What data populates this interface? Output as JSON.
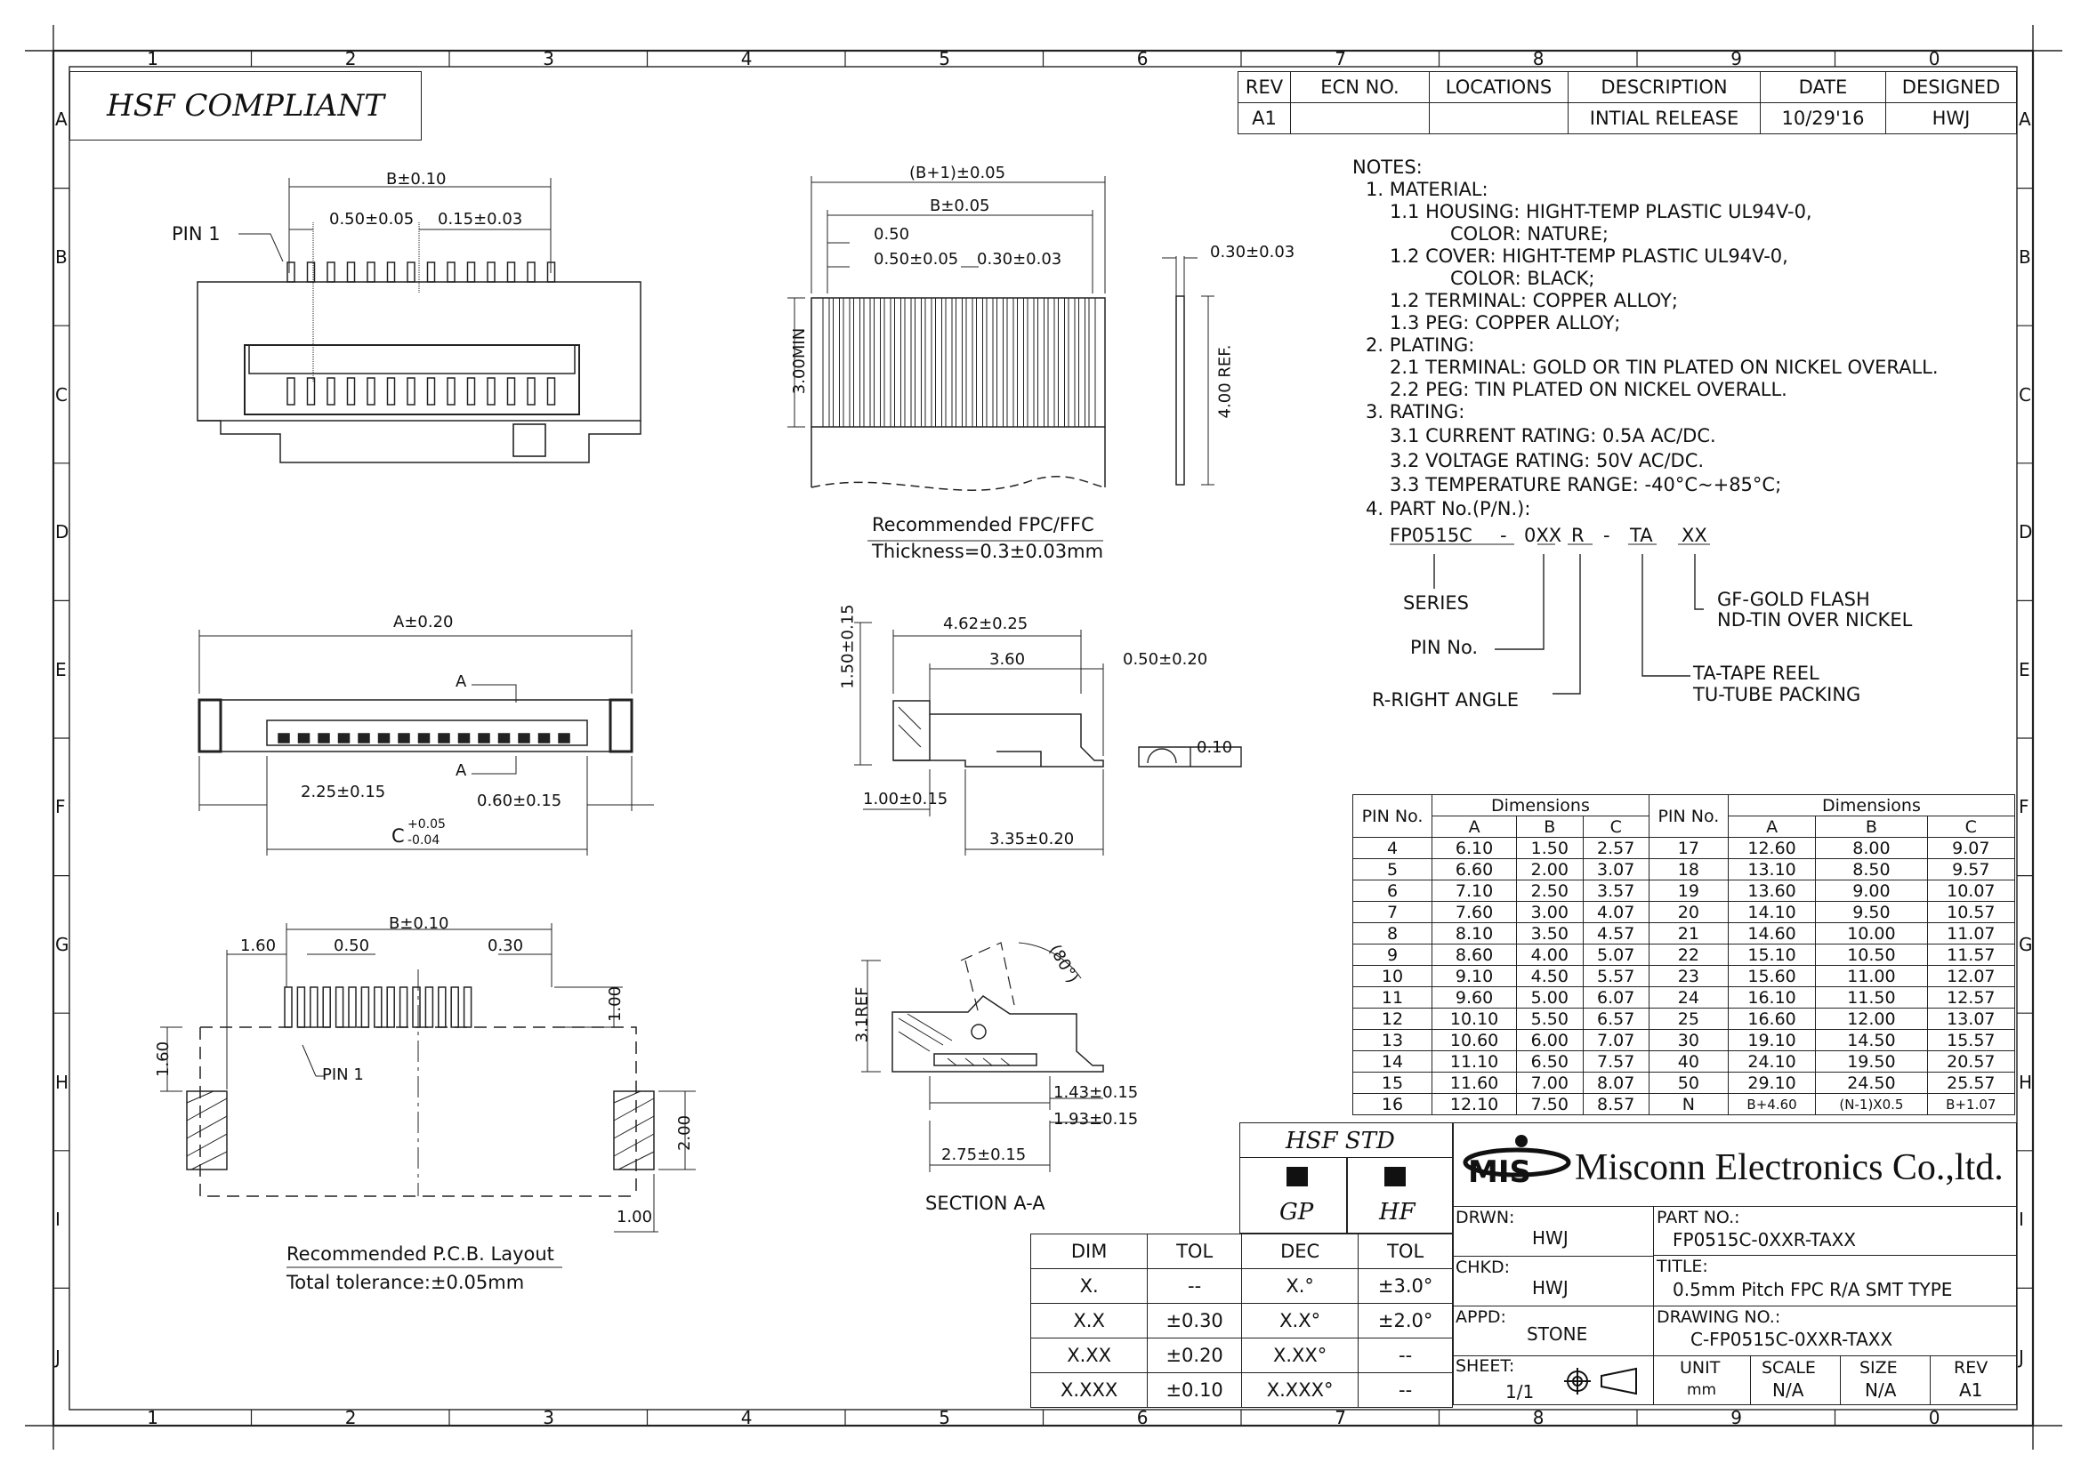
{
  "grid": {
    "cols": [
      "1",
      "2",
      "3",
      "4",
      "5",
      "6",
      "7",
      "8",
      "9",
      "0"
    ],
    "rows": [
      "A",
      "B",
      "C",
      "D",
      "E",
      "F",
      "G",
      "H",
      "I",
      "J"
    ]
  },
  "banner": "HSF  COMPLIANT",
  "revision_table": {
    "headers": [
      "REV",
      "ECN NO.",
      "LOCATIONS",
      "DESCRIPTION",
      "DATE",
      "DESIGNED"
    ],
    "row": [
      "A1",
      "",
      "",
      "INTIAL RELEASE",
      "10/29'16",
      "HWJ"
    ]
  },
  "notes": [
    "NOTES:",
    "1. MATERIAL:",
    "1.1 HOUSING: HIGHT-TEMP PLASTIC UL94V-0,",
    "COLOR: NATURE;",
    "1.2 COVER: HIGHT-TEMP PLASTIC UL94V-0,",
    "COLOR: BLACK;",
    "1.2 TERMINAL: COPPER ALLOY;",
    "1.3 PEG: COPPER ALLOY;",
    "2. PLATING:",
    "2.1 TERMINAL: GOLD OR TIN PLATED ON NICKEL OVERALL.",
    "2.2 PEG: TIN PLATED ON NICKEL OVERALL.",
    "3. RATING:",
    "3.1 CURRENT RATING: 0.5A AC/DC.",
    "3.2 VOLTAGE RATING: 50V AC/DC.",
    "3.3 TEMPERATURE RANGE: -40°C~+85°C;",
    "4. PART No.(P/N.):"
  ],
  "part_code": {
    "parts": [
      "FP0515C",
      "-",
      "0XX",
      "R",
      "-",
      "TA",
      "XX"
    ],
    "series": "SERIES",
    "pin_no": "PIN No.",
    "right_angle": "R-RIGHT ANGLE",
    "packing": [
      "TA-TAPE REEL",
      "TU-TUBE PACKING"
    ],
    "plating": [
      "GF-GOLD FLASH",
      "ND-TIN OVER NICKEL"
    ]
  },
  "views": {
    "top": {
      "b": "B±0.10",
      "pitch": "0.50±0.05",
      "pin_w": "0.15±0.03",
      "pin1": "PIN 1"
    },
    "fpc": {
      "bp1": "(B+1)±0.05",
      "b": "B±0.05",
      "p050": "0.50",
      "pitch": "0.50±0.05",
      "w": "0.30±0.03",
      "min": "3.00MIN",
      "thick": "0.30±0.03",
      "ref": "4.00 REF.",
      "cap1": "Recommended FPC/FFC",
      "cap2": "Thickness=0.3±0.03mm"
    },
    "front": {
      "a": "A±0.20",
      "sec": "A",
      "d225": "2.25±0.15",
      "d060": "0.60±0.15",
      "c": "C",
      "c_up": "+0.05",
      "c_dn": "-0.04"
    },
    "side": {
      "h": "1.50±0.15",
      "l1": "4.62±0.25",
      "l2": "3.60",
      "l3": "0.50±0.20",
      "flat": "0.10",
      "d100": "1.00±0.15",
      "d335": "3.35±0.20"
    },
    "pcb": {
      "b": "B±0.10",
      "d160": "1.60",
      "d050": "0.50",
      "d030": "0.30",
      "d100": "1.00",
      "v160": "1.60",
      "v200": "2.00",
      "h100": "1.00",
      "pin1": "PIN 1",
      "cap1": "Recommended P.C.B. Layout",
      "cap2": "Total tolerance:±0.05mm"
    },
    "section": {
      "ref": "3.1REF",
      "ang": "(80°)",
      "d143": "1.43±0.15",
      "d193": "1.93±0.15",
      "d275": "2.75±0.15",
      "title": "SECTION A-A"
    }
  },
  "dimensions_table": {
    "pin_header": "PIN No.",
    "group_header": "Dimensions",
    "cols": [
      "A",
      "B",
      "C"
    ],
    "left": [
      [
        "4",
        "6.10",
        "1.50",
        "2.57"
      ],
      [
        "5",
        "6.60",
        "2.00",
        "3.07"
      ],
      [
        "6",
        "7.10",
        "2.50",
        "3.57"
      ],
      [
        "7",
        "7.60",
        "3.00",
        "4.07"
      ],
      [
        "8",
        "8.10",
        "3.50",
        "4.57"
      ],
      [
        "9",
        "8.60",
        "4.00",
        "5.07"
      ],
      [
        "10",
        "9.10",
        "4.50",
        "5.57"
      ],
      [
        "11",
        "9.60",
        "5.00",
        "6.07"
      ],
      [
        "12",
        "10.10",
        "5.50",
        "6.57"
      ],
      [
        "13",
        "10.60",
        "6.00",
        "7.07"
      ],
      [
        "14",
        "11.10",
        "6.50",
        "7.57"
      ],
      [
        "15",
        "11.60",
        "7.00",
        "8.07"
      ],
      [
        "16",
        "12.10",
        "7.50",
        "8.57"
      ]
    ],
    "right": [
      [
        "17",
        "12.60",
        "8.00",
        "9.07"
      ],
      [
        "18",
        "13.10",
        "8.50",
        "9.57"
      ],
      [
        "19",
        "13.60",
        "9.00",
        "10.07"
      ],
      [
        "20",
        "14.10",
        "9.50",
        "10.57"
      ],
      [
        "21",
        "14.60",
        "10.00",
        "11.07"
      ],
      [
        "22",
        "15.10",
        "10.50",
        "11.57"
      ],
      [
        "23",
        "15.60",
        "11.00",
        "12.07"
      ],
      [
        "24",
        "16.10",
        "11.50",
        "12.57"
      ],
      [
        "25",
        "16.60",
        "12.00",
        "13.07"
      ],
      [
        "30",
        "19.10",
        "14.50",
        "15.57"
      ],
      [
        "40",
        "24.10",
        "19.50",
        "20.57"
      ],
      [
        "50",
        "29.10",
        "24.50",
        "25.57"
      ],
      [
        "N",
        "B+4.60",
        "(N-1)X0.5",
        "B+1.07"
      ]
    ]
  },
  "tolerance_table": {
    "headers": [
      "DIM",
      "TOL",
      "DEC",
      "TOL"
    ],
    "rows": [
      [
        "X.",
        "--",
        "X.°",
        "±3.0°"
      ],
      [
        "X.X",
        "±0.30",
        "X.X°",
        "±2.0°"
      ],
      [
        "X.XX",
        "±0.20",
        "X.XX°",
        "--"
      ],
      [
        "X.XXX",
        "±0.10",
        "X.XXX°",
        "--"
      ]
    ]
  },
  "hsf_std": {
    "title": "HSF  STD",
    "gp": "GP",
    "hf": "HF"
  },
  "title_block": {
    "logo": "MIS",
    "company": "Misconn Electronics Co.,ltd.",
    "drwn_label": "DRWN:",
    "drwn": "HWJ",
    "chkd_label": "CHKD:",
    "chkd": "HWJ",
    "appd_label": "APPD:",
    "appd": "STONE",
    "sheet_label": "SHEET:",
    "sheet": "1/1",
    "part_label": "PART NO.:",
    "part": "FP0515C-0XXR-TAXX",
    "title_label": "TITLE:",
    "title": "0.5mm Pitch FPC R/A SMT TYPE",
    "dwg_label": "DRAWING NO.:",
    "dwg": "C-FP0515C-0XXR-TAXX",
    "unit_label": "UNIT",
    "unit": "mm",
    "scale_label": "SCALE",
    "scale": "N/A",
    "size_label": "SIZE",
    "size": "N/A",
    "rev_label": "REV",
    "rev": "A1"
  }
}
